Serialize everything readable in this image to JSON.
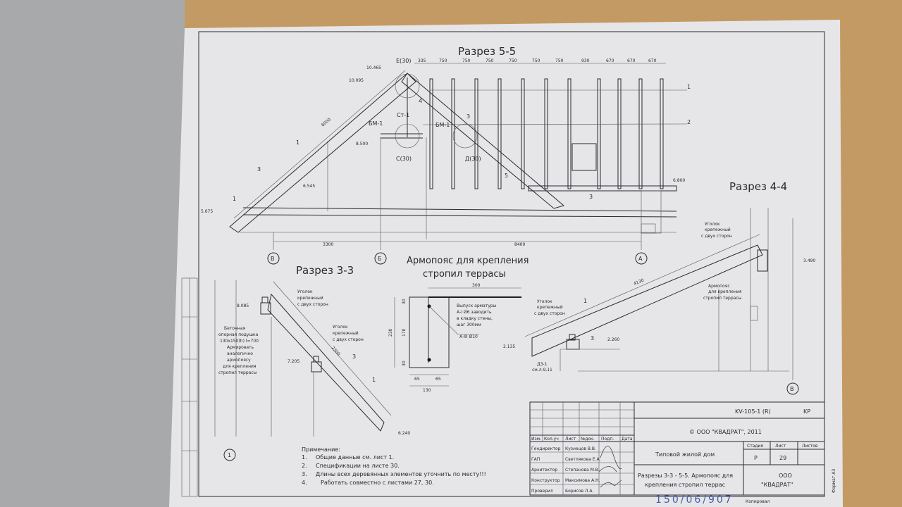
{
  "section_5_5": {
    "title": "Разрез 5-5",
    "top_dimensions": [
      "335",
      "750",
      "750",
      "750",
      "750",
      "750",
      "750",
      "930",
      "670",
      "670",
      "670"
    ],
    "elevations": {
      "e1": "10.465",
      "e2": "10.095",
      "e3": "8.500",
      "e4": "6.545",
      "e5": "5.675",
      "e6": "6.800"
    },
    "labels": {
      "node_e": "Е(30)",
      "node_c": "С(30)",
      "node_d": "Д(30)",
      "st1": "Ст-1",
      "bm1_left": "БМ-1",
      "bm1_right": "БМ-1",
      "len": "6000",
      "n1": "1",
      "n1b": "1",
      "n2": "2",
      "n3": "3",
      "n3b": "3",
      "n3c": "3",
      "n4": "4",
      "n5": "5",
      "n1r": "1"
    },
    "axes": {
      "v": "В",
      "b": "Б",
      "a": "А"
    },
    "axis_dims": {
      "d1": "3300",
      "d2": "8400"
    }
  },
  "section_4_4": {
    "title": "Разрез 4-4",
    "angle_top": [
      "Уголок",
      "крепежный",
      "с двух сторон"
    ],
    "angle_bottom": [
      "Уголок",
      "крепежный",
      "с двух сторон"
    ],
    "belt": [
      "Армопояс",
      "для крепления",
      "стропил террасы"
    ],
    "elev_top": "3.490",
    "elev_mid": "2.260",
    "elev_low": "2.135",
    "length": "4130",
    "n1": "1",
    "n3": "3",
    "dz": [
      "ДЗ-1",
      "см.л.9,11"
    ],
    "axis": "В"
  },
  "section_3_3": {
    "title": "Разрез 3-3",
    "angle_top": [
      "Уголок",
      "крепежный",
      "с двух сторон"
    ],
    "angle_mid": [
      "Уголок",
      "крепежный",
      "с двух сторон"
    ],
    "pad": [
      "Бетонная",
      "опорная подушка",
      "130х150(h) l=700",
      "Армировать",
      "аналогично",
      "армопоясу",
      "для крепления",
      "стропил террасы"
    ],
    "elev_top": "8.085",
    "elev_mid": "7.205",
    "elev_low": "6.240",
    "length": "2300",
    "n3": "3",
    "n1": "1",
    "axis": "1"
  },
  "belt_detail": {
    "title1": "Армопояс для крепления",
    "title2": "стропил террасы",
    "dim_top": "300",
    "rebar_note": [
      "Выпуск арматуры",
      "А-I Ø6 заводить",
      "в кладку стены,",
      "шаг 300мм"
    ],
    "rebar": "А-III Ø10",
    "dim_h": "230",
    "dim_30a": "30",
    "dim_170": "170",
    "dim_30b": "30",
    "dim_65a": "65",
    "dim_65b": "65",
    "dim_130": "130"
  },
  "notes": {
    "title": "Примечание:",
    "items": [
      {
        "n": "1.",
        "text": "Общие данные см. лист 1."
      },
      {
        "n": "2.",
        "text": "Спецификации на листе 30."
      },
      {
        "n": "3.",
        "text": "Длины всех деревянных элементов уточнить по месту!!!"
      },
      {
        "n": "4.",
        "text": "Работать совместно с листами 27, 30."
      }
    ]
  },
  "title_block": {
    "code": "KV-105-1 (R)",
    "mark": "KP",
    "copyright": "© ООО \"КВАДРАТ\", 2011",
    "headers": [
      "Изм.",
      "Кол.уч",
      "Лист",
      "№док.",
      "Подп.",
      "Дата"
    ],
    "staff": [
      {
        "role": "Гендиректор",
        "name": "Кузнецов В.В."
      },
      {
        "role": "ГАП",
        "name": "Светлякова Е.А."
      },
      {
        "role": "Архитектор",
        "name": "Степанова М.В."
      },
      {
        "role": "Конструктор",
        "name": "Максимова А.Н."
      },
      {
        "role": "Проверил",
        "name": "Борисов Л.А."
      }
    ],
    "project": "Типовой жилой дом",
    "stage_label": "Стадия",
    "sheet_label": "Лист",
    "sheets_label": "Листов",
    "stage": "Р",
    "sheet": "29",
    "sheet_title1": "Разрезы 3-3 - 5-5. Армопояс для",
    "sheet_title2": "крепления стропил террас",
    "org1": "ООО",
    "org2": "\"КВАДРАТ\"",
    "copied": "Копировал",
    "format": "Формат А3",
    "stamp_number": "150/06/907"
  },
  "colors": {
    "paper": "#e6e6e9",
    "table": "#c49a64",
    "binder": "#a8a9ab",
    "stamp": "#3f5fa8",
    "ink": "#2a2a2e"
  }
}
